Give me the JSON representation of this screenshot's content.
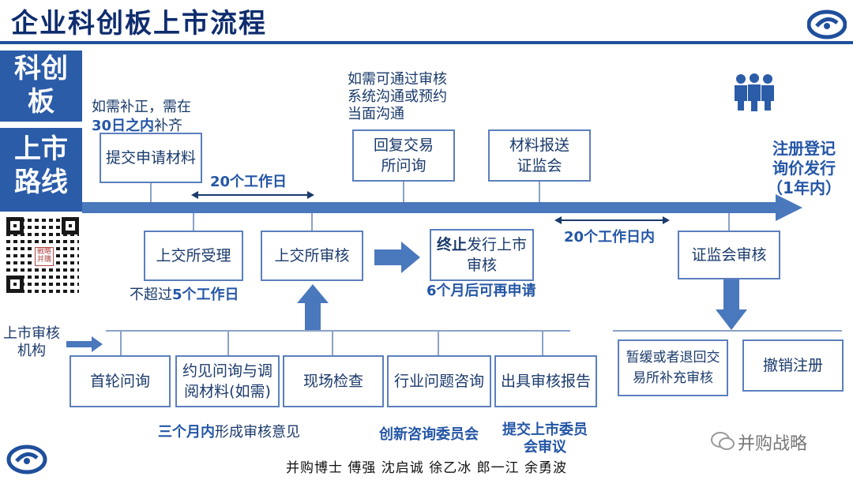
{
  "title": "企业科创板上市流程",
  "sidebar": {
    "block1": [
      "科创",
      "板"
    ],
    "block2": [
      "上市",
      "路线"
    ]
  },
  "top_notes": {
    "supplement_line1": "如需补正，需在",
    "supplement_bold": "30日之内",
    "supplement_rest": "补齐",
    "communication": [
      "如需可通过审核",
      "系统沟通或预约",
      "当面沟通"
    ]
  },
  "upper_boxes": {
    "submit": "提交申请材料",
    "reply": [
      "回复交易",
      "所问询"
    ],
    "forward": [
      "材料报送",
      "证监会"
    ]
  },
  "registration": [
    "注册登记",
    "询价发行",
    "（1年内）"
  ],
  "intervals": {
    "twenty_days": "20个工作日",
    "twenty_days_within": "20个工作日内"
  },
  "middle_boxes": {
    "accept": "上交所受理",
    "review": "上交所审核",
    "terminate_bold": "终止",
    "terminate_rest": "发行上市",
    "terminate_line2": "审核",
    "csrc_review": "证监会审核"
  },
  "middle_notes": {
    "accept_prefix": "不超过",
    "accept_bold": "5个工作日",
    "reapply": "6个月后可再申请"
  },
  "review_body": [
    "上市审核",
    "机构"
  ],
  "bottom_boxes": {
    "first_inquiry": "首轮问询",
    "meeting": [
      "约见问询与调",
      "阅材料(如需)"
    ],
    "onsite": "现场检查",
    "industry": "行业问题咨询",
    "report": "出具审核报告"
  },
  "bottom_notes": {
    "three_months_bold": "三个月内",
    "three_months_rest": "形成审核意见",
    "committee": "创新咨询委员会",
    "listing_committee": [
      "提交上市委员",
      "会审议"
    ]
  },
  "right_boxes": {
    "suspend": [
      "暂缓或者退回交",
      "易所补充审核"
    ],
    "revoke": "撤销注册"
  },
  "watermark": "并购战略",
  "qr_seal": [
    "戰略",
    "并購"
  ],
  "footer": "并购博士  傅强  沈启诚  徐乙冰  郎一江  余勇波",
  "colors": {
    "primary": "#2b5ca8",
    "title": "#0f2d6e",
    "arrow": "#4a78bd"
  }
}
